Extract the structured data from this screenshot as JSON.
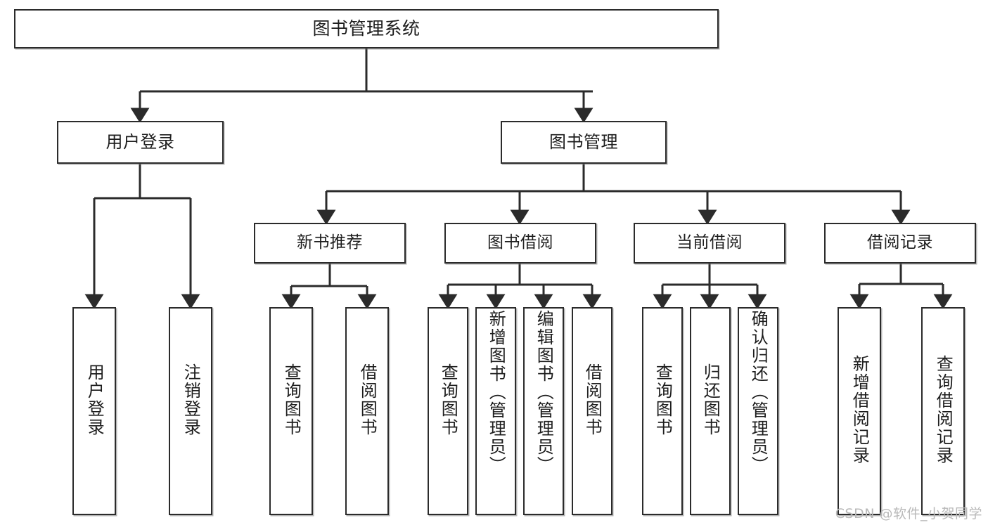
{
  "diagram": {
    "title": "图书管理系统",
    "type": "tree",
    "watermark": "CSDN @软件_小贺同学",
    "colors": {
      "stroke": "#2b2b2b",
      "fill": "#ffffff",
      "text": "#1d1d1d",
      "watermark": "#b9b9b9"
    },
    "root": {
      "label": "图书管理系统"
    },
    "level2": [
      {
        "label": "用户登录"
      },
      {
        "label": "图书管理"
      }
    ],
    "level3": [
      {
        "label": "新书推荐"
      },
      {
        "label": "图书借阅"
      },
      {
        "label": "当前借阅"
      },
      {
        "label": "借阅记录"
      }
    ],
    "leaves": {
      "user_login": [
        {
          "label": "用户登录"
        },
        {
          "label": "注销登录"
        }
      ],
      "new_book_recommend": [
        {
          "label": "查询图书"
        },
        {
          "label": "借阅图书"
        }
      ],
      "book_borrow": [
        {
          "label": "查询图书"
        },
        {
          "label": "新增图书（管理员）"
        },
        {
          "label": "编辑图书（管理员）"
        },
        {
          "label": "借阅图书"
        }
      ],
      "current_borrow": [
        {
          "label": "查询图书"
        },
        {
          "label": "归还图书"
        },
        {
          "label": "确认归还（管理员）"
        }
      ],
      "borrow_records": [
        {
          "label": "新增借阅记录"
        },
        {
          "label": "查询借阅记录"
        }
      ]
    }
  }
}
